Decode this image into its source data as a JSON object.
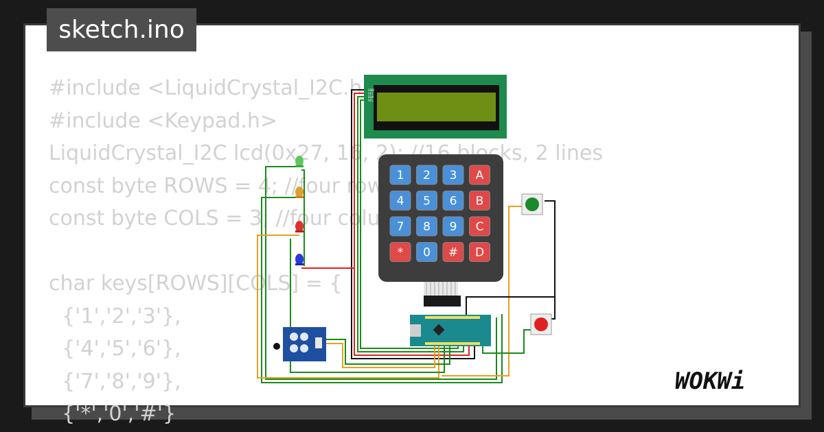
{
  "title": "sketch.ino",
  "code_lines": [
    "#include <LiquidCrystal_I2C.h>",
    "#include <Keypad.h>",
    "LiquidCrystal_I2C lcd(0x27, 16, 2); //16 blocks, 2 lines",
    "const byte ROWS = 4; //four rows",
    "const byte COLS = 3; //four columns",
    "",
    "char keys[ROWS][COLS] = {",
    "  {'1','2','3'},",
    "  {'4','5','6'},",
    "  {'7','8','9'},",
    "  {'*','0','#'}"
  ],
  "keypad_keys": [
    "1",
    "2",
    "3",
    "A",
    "4",
    "5",
    "6",
    "B",
    "7",
    "8",
    "9",
    "C",
    "*",
    "0",
    "#",
    "D"
  ],
  "lcd_pins": [
    "GND",
    "VCC",
    "SDA",
    "SCL"
  ],
  "logo": "WOKWi",
  "colors": {
    "background": "#1a1a1a",
    "card": "#ffffff",
    "code_text": "#d2d2d2",
    "tag": "#4d4d4d",
    "lcd_board": "#1e8a4e",
    "lcd_screen": "#6f8f14",
    "keypad": "#3d3d3d",
    "key_blue": "#4a90d9",
    "key_red": "#e14848",
    "arduino": "#1b8a8f",
    "ir_board": "#1f4fa0"
  },
  "icons": [
    "lcd-icon",
    "keypad-icon",
    "led-icon",
    "button-icon",
    "arduino-nano-icon",
    "ir-receiver-icon"
  ]
}
